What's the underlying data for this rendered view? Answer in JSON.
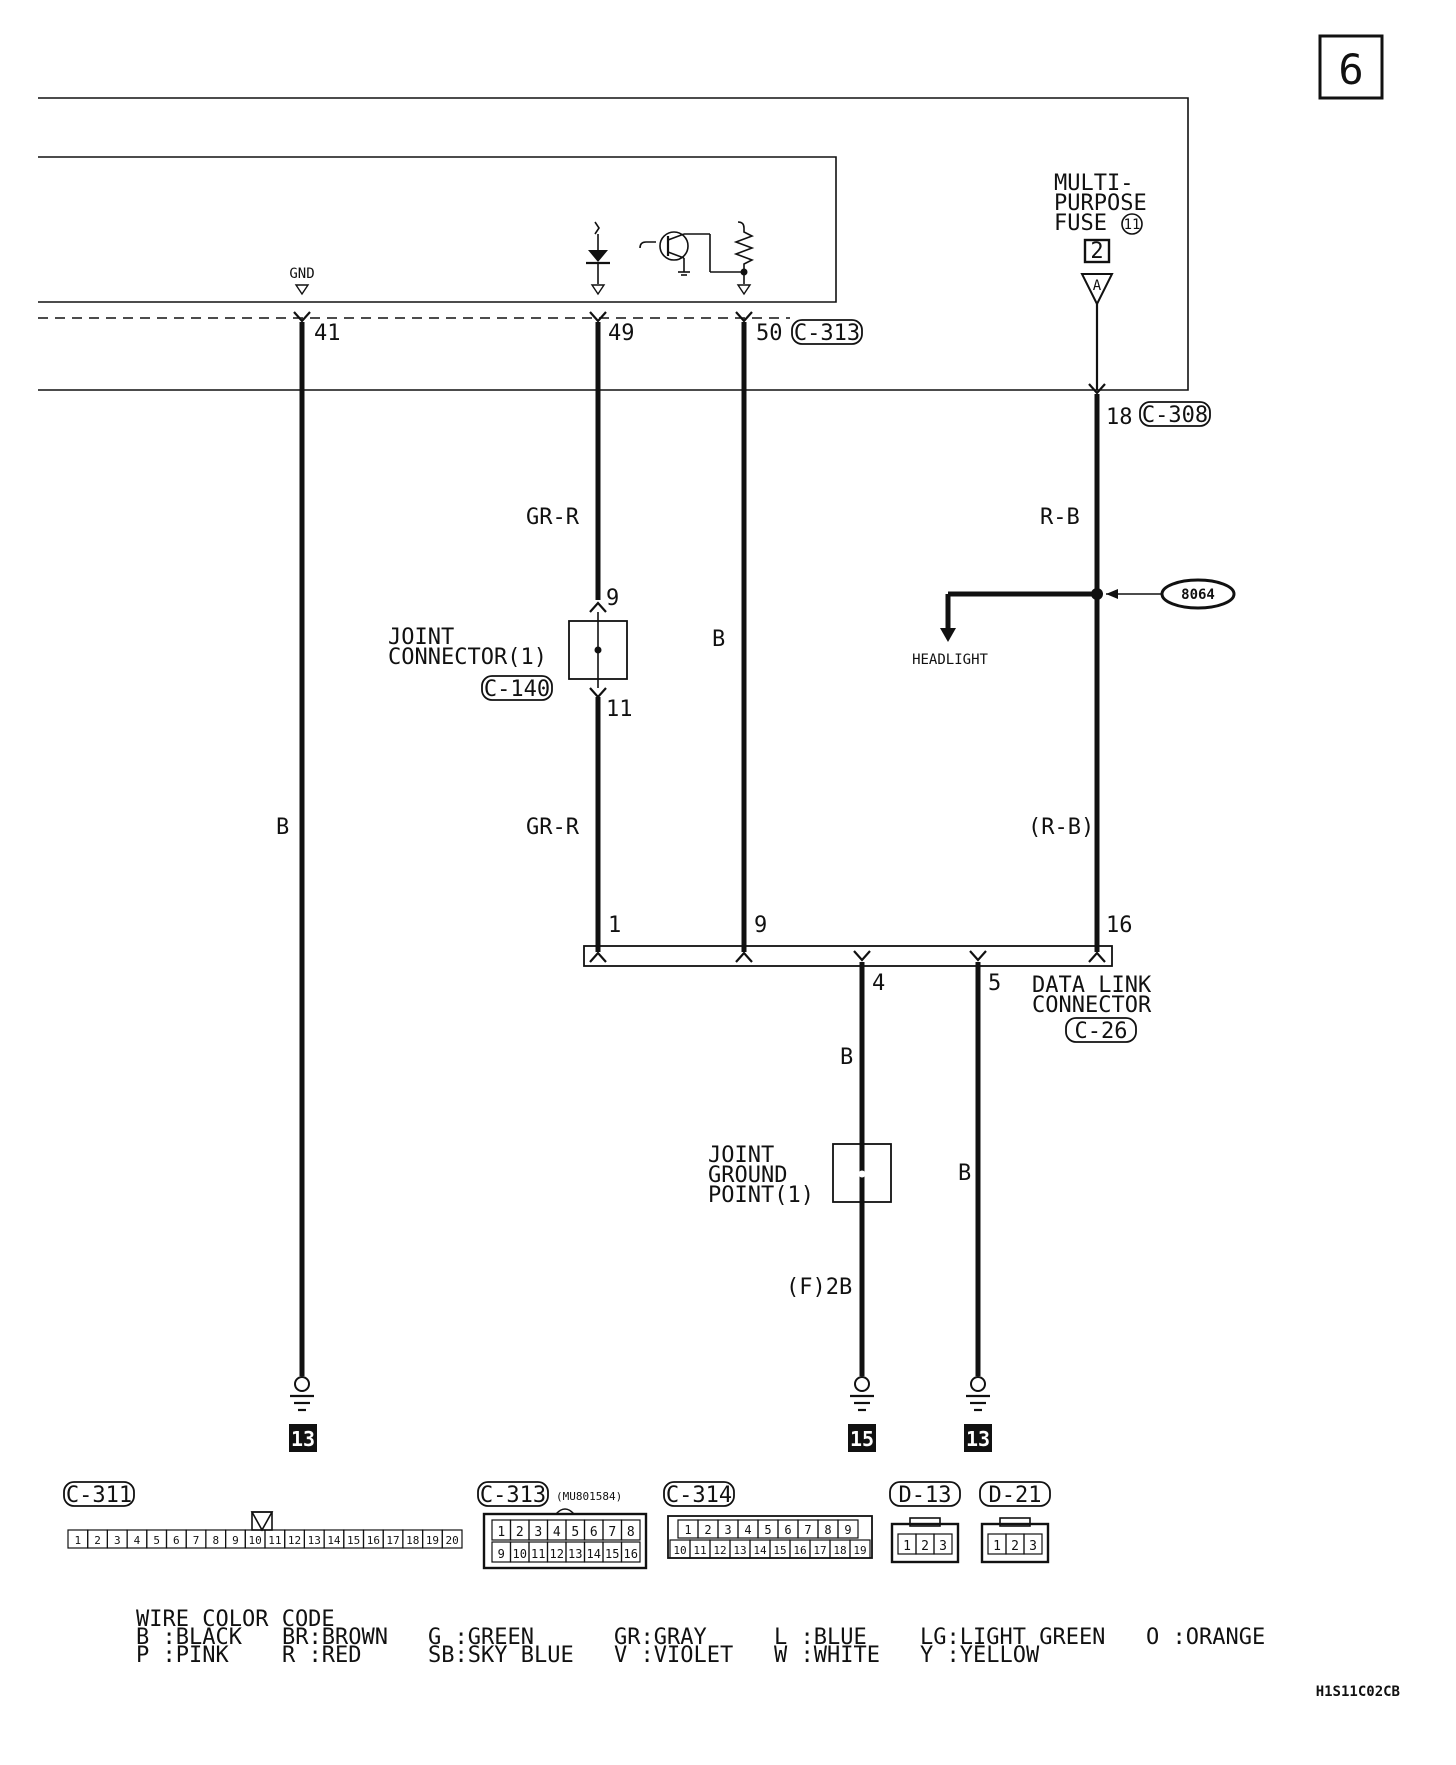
{
  "page_number": "6",
  "diagram_id": "H1S11C02CB",
  "ecu": {
    "gnd_label": "GND",
    "pins": [
      "41",
      "49",
      "50"
    ],
    "connector": "C-313"
  },
  "fuse": {
    "line1": "MULTI-",
    "line2": "PURPOSE",
    "line3": "FUSE",
    "number": "11",
    "box": "2",
    "arrow_letter": "A"
  },
  "c308": {
    "pin": "18",
    "connector": "C-308"
  },
  "wires": {
    "gr_r_upper": "GR-R",
    "gr_r_lower": "GR-R",
    "b_pin50": "B",
    "b_pin41": "B",
    "r_b_upper": "R-B",
    "r_b_lower": "(R-B)",
    "b_pin4": "B",
    "b_pin5": "B",
    "f_2b": "(F)2B"
  },
  "joint_connector": {
    "line1": "JOINT",
    "line2": "CONNECTOR(1)",
    "connector": "C-140",
    "pin_top": "9",
    "pin_bottom": "11"
  },
  "splice": {
    "id": "8064",
    "branch_label": "HEADLIGHT"
  },
  "data_link": {
    "line1": "DATA LINK",
    "line2": "CONNECTOR",
    "connector": "C-26",
    "pins_top": [
      "1",
      "9",
      "16"
    ],
    "pins_bottom": [
      "4",
      "5"
    ]
  },
  "joint_ground": {
    "line1": "JOINT",
    "line2": "GROUND",
    "line3": "POINT(1)"
  },
  "grounds": [
    "13",
    "15",
    "13"
  ],
  "connector_views": {
    "c311": {
      "label": "C-311",
      "pins": [
        "1",
        "2",
        "3",
        "4",
        "5",
        "6",
        "7",
        "8",
        "9",
        "10",
        "11",
        "12",
        "13",
        "14",
        "15",
        "16",
        "17",
        "18",
        "19",
        "20"
      ]
    },
    "c313": {
      "label": "C-313",
      "part": "(MU801584)",
      "row1": [
        "1",
        "2",
        "3",
        "4",
        "5",
        "6",
        "7",
        "8"
      ],
      "row2": [
        "9",
        "10",
        "11",
        "12",
        "13",
        "14",
        "15",
        "16"
      ]
    },
    "c314": {
      "label": "C-314",
      "row1": [
        "1",
        "2",
        "3",
        "4",
        "5",
        "6",
        "7",
        "8",
        "9"
      ],
      "row2": [
        "10",
        "11",
        "12",
        "13",
        "14",
        "15",
        "16",
        "17",
        "18",
        "19"
      ]
    },
    "d13": {
      "label": "D-13",
      "pins": [
        "1",
        "2",
        "3"
      ]
    },
    "d21": {
      "label": "D-21",
      "pins": [
        "1",
        "2",
        "3"
      ]
    }
  },
  "color_code": {
    "title": "WIRE COLOR CODE",
    "row1": [
      "B :BLACK",
      "BR:BROWN",
      "G :GREEN",
      "GR:GRAY",
      "L :BLUE",
      "LG:LIGHT GREEN",
      "O :ORANGE"
    ],
    "row2": [
      "P :PINK",
      "R :RED",
      "SB:SKY BLUE",
      "V :VIOLET",
      "W :WHITE",
      "Y :YELLOW"
    ]
  }
}
